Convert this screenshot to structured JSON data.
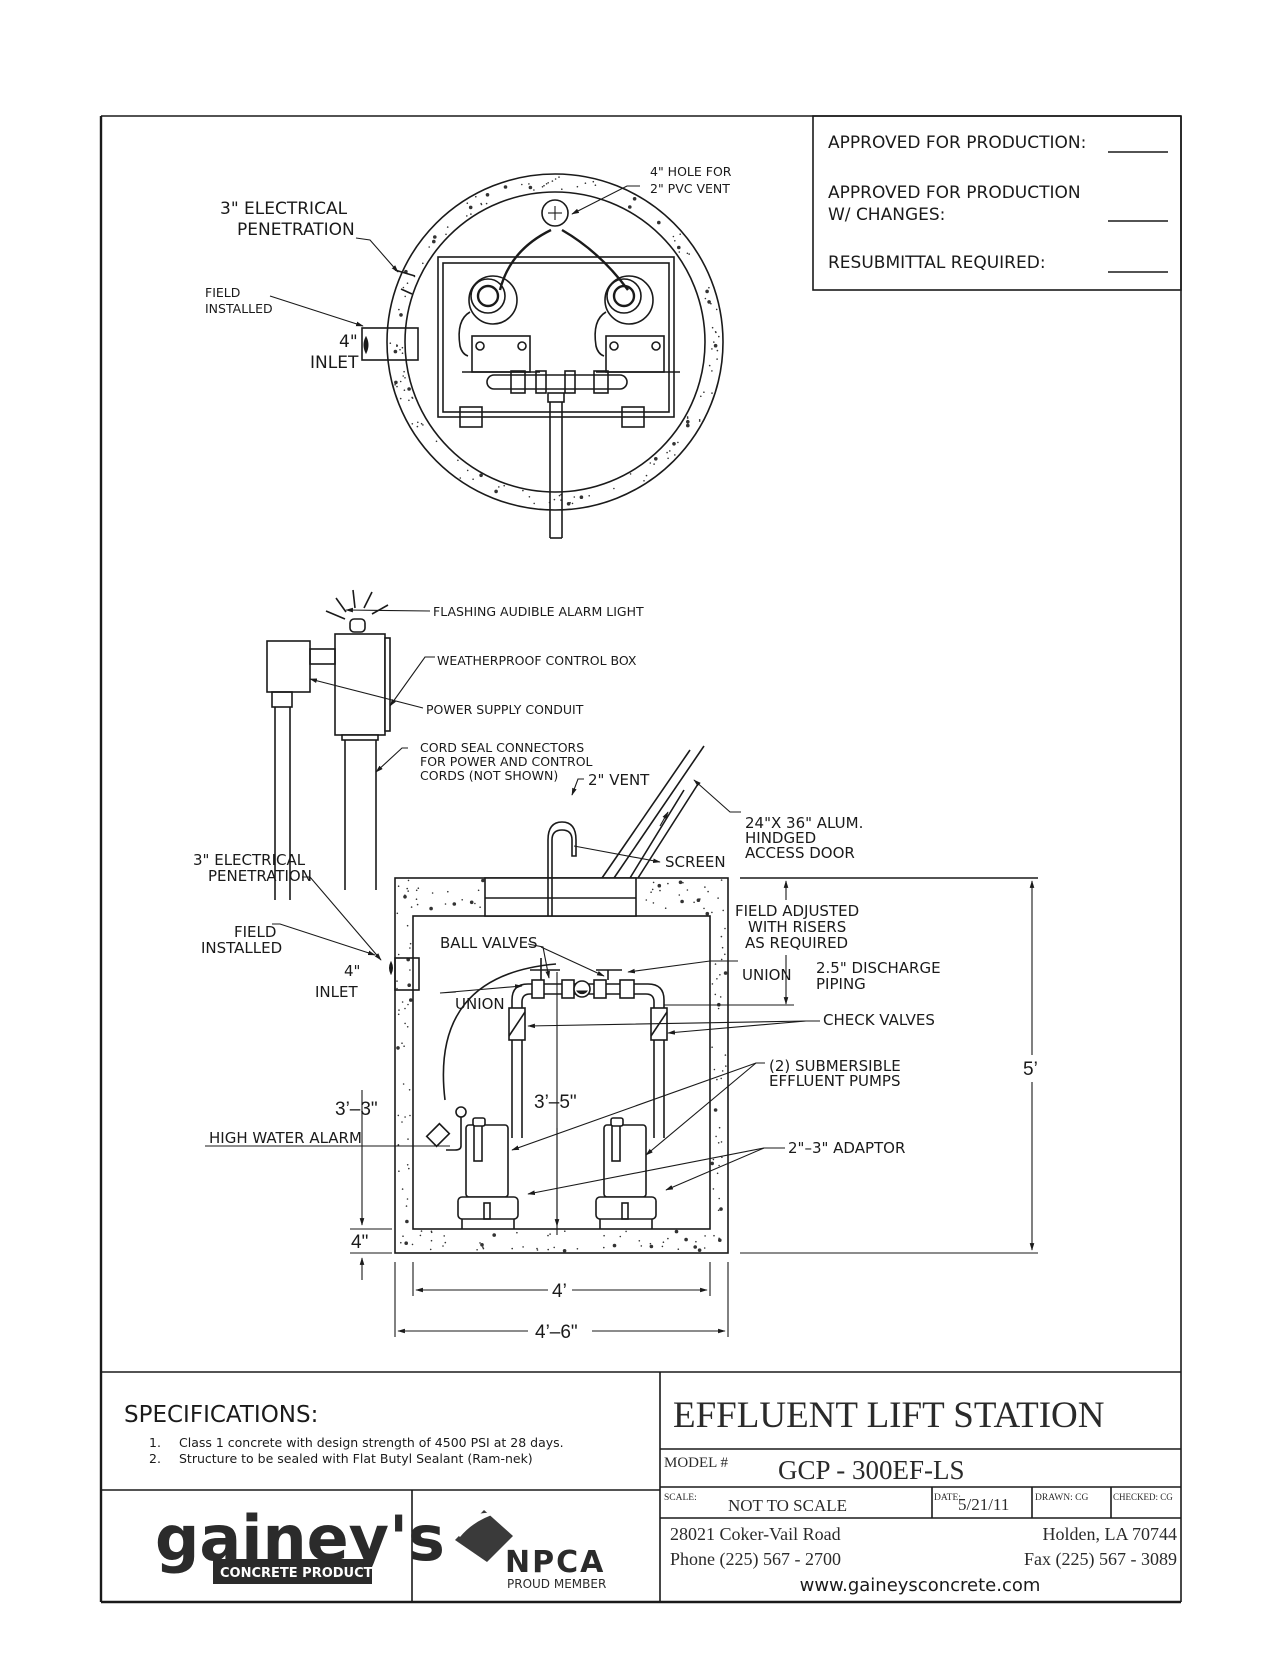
{
  "approval_box": {
    "approved": "APPROVED  FOR  PRODUCTION:",
    "approved_changes_line1": "APPROVED  FOR  PRODUCTION",
    "approved_changes_line2": "W/  CHANGES:",
    "resubmittal": "RESUBMITTAL  REQUIRED:"
  },
  "plan_view": {
    "electrical_penetration_line1": "3\"  ELECTRICAL",
    "electrical_penetration_line2": "PENETRATION",
    "field_installed_line1": "FIELD",
    "field_installed_line2": "INSTALLED",
    "inlet_size": "4\"",
    "inlet": "INLET",
    "vent_hole_line1": "4\"  HOLE  FOR",
    "vent_hole_line2": "2\"  PVC  VENT"
  },
  "section_view": {
    "alarm_light": "FLASHING  AUDIBLE  ALARM  LIGHT",
    "control_box": "WEATHERPROOF  CONTROL  BOX",
    "power_conduit": "POWER  SUPPLY  CONDUIT",
    "cord_seal_line1": "CORD  SEAL  CONNECTORS",
    "cord_seal_line2": "FOR  POWER  AND  CONTROL",
    "cord_seal_line3": "CORDS  (NOT  SHOWN)",
    "vent": "2\"  VENT",
    "access_door_line1": "24\"X  36\"  ALUM.",
    "access_door_line2": "HINDGED",
    "access_door_line3": "ACCESS  DOOR",
    "screen": "SCREEN",
    "electrical_penetration_line1": "3\"  ELECTRICAL",
    "electrical_penetration_line2": "PENETRATION",
    "field_installed_line1": "FIELD",
    "field_installed_line2": "INSTALLED",
    "inlet_size": "4\"",
    "inlet": "INLET",
    "field_adjusted_line1": "FIELD  ADJUSTED",
    "field_adjusted_line2": "WITH  RISERS",
    "field_adjusted_line3": "AS  REQUIRED",
    "ball_valves": "BALL  VALVES",
    "union_left": "UNION",
    "union_right": "UNION",
    "discharge_line1": "2.5\"  DISCHARGE",
    "discharge_line2": "PIPING",
    "check_valves": "CHECK  VALVES",
    "pumps_line1": "(2)  SUBMERSIBLE",
    "pumps_line2": "EFFLUENT  PUMPS",
    "adaptor": "2\"–3\"  ADAPTOR",
    "high_water_alarm": "HIGH  WATER  ALARM"
  },
  "dimensions": {
    "height_total": "5’",
    "alarm_height": "3’–3\"",
    "pipe_height": "3’–5\"",
    "floor_thickness": "4\"",
    "inner_width": "4’",
    "outer_width": "4’–6\""
  },
  "specifications": {
    "heading": "SPECIFICATIONS:",
    "items": [
      {
        "num": "1.",
        "text": "Class 1 concrete with design strength of 4500 PSI at 28 days."
      },
      {
        "num": "2.",
        "text": "Structure to be sealed with Flat Butyl Sealant (Ram-nek)"
      }
    ]
  },
  "logos": {
    "company_wordmark": "gainey's",
    "company_tagline": "CONCRETE PRODUCTS",
    "association": "NPCA",
    "association_tagline": "PROUD MEMBER"
  },
  "title_block": {
    "title": "EFFLUENT LIFT STATION",
    "model_label": "MODEL #",
    "model": "GCP - 300EF-LS",
    "scale_label": "SCALE:",
    "scale": "NOT TO SCALE",
    "date_label": "DATE:",
    "date": "5/21/11",
    "drawn_label": "DRAWN: CG",
    "checked_label": "CHECKED: CG",
    "address": "28021  Coker-Vail  Road",
    "city": "Holden,  LA  70744",
    "phone": "Phone  (225) 567 - 2700",
    "fax": "Fax  (225) 567 - 3089",
    "website": "www.gaineysconcrete.com"
  }
}
